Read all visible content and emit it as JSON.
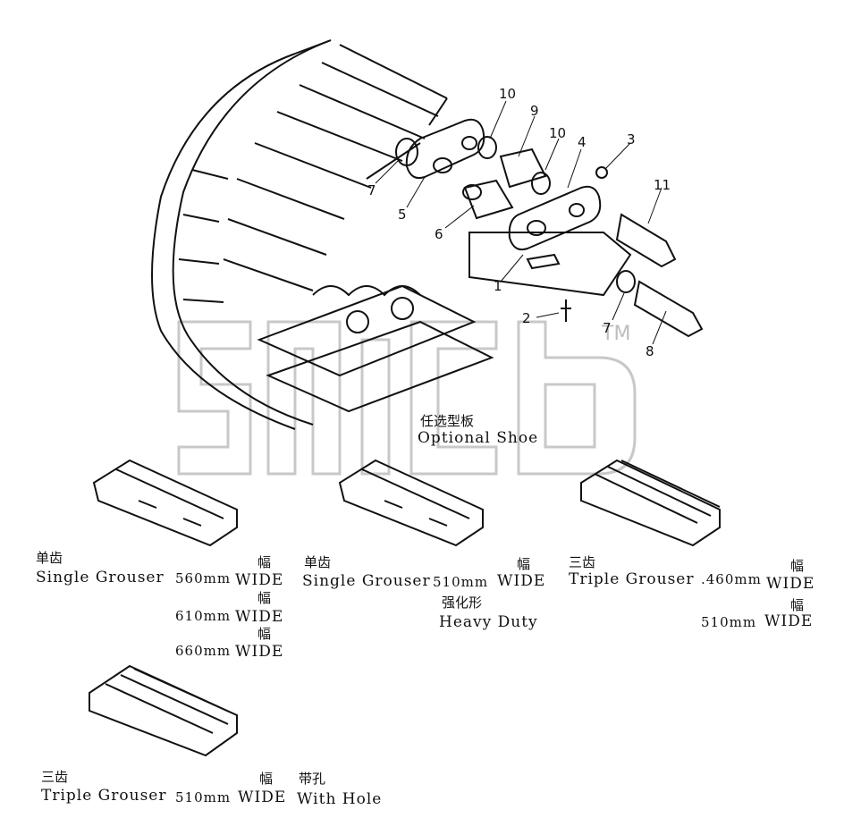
{
  "watermark": {
    "text": "TM",
    "color": "#bdbdbd"
  },
  "callouts": [
    "10",
    "9",
    "10",
    "4",
    "3",
    "11",
    "7",
    "5",
    "6",
    "1",
    "2",
    "7",
    "8"
  ],
  "optional_shoe": {
    "cn": "任选型板",
    "en": "Optional Shoe"
  },
  "shoes": [
    {
      "cn": "单齿",
      "en": "Single Grouser",
      "size": "560mm",
      "wide_cn": "幅",
      "wide": "WIDE"
    },
    {
      "wide_cn": "幅",
      "size": "610mm",
      "wide": "WIDE"
    },
    {
      "wide_cn": "幅",
      "size": "660mm",
      "wide": "WIDE"
    },
    {
      "cn": "单齿",
      "en": "Single Grouser",
      "size": "510mm",
      "wide_cn": "幅",
      "wide": "WIDE",
      "note_cn": "强化形",
      "note_en": "Heavy Duty"
    },
    {
      "cn": "三齿",
      "en": "Triple Grouser",
      "size": ".460mm",
      "wide_cn": "幅",
      "wide": "WIDE"
    },
    {
      "wide_cn": "幅",
      "size": "510mm",
      "wide": "WIDE"
    },
    {
      "cn": "三齿",
      "en": "Triple Grouser",
      "size": "510mm",
      "wide_cn": "幅",
      "wide": "WIDE",
      "hole_cn": "带孔",
      "hole_en": "With Hole"
    }
  ]
}
